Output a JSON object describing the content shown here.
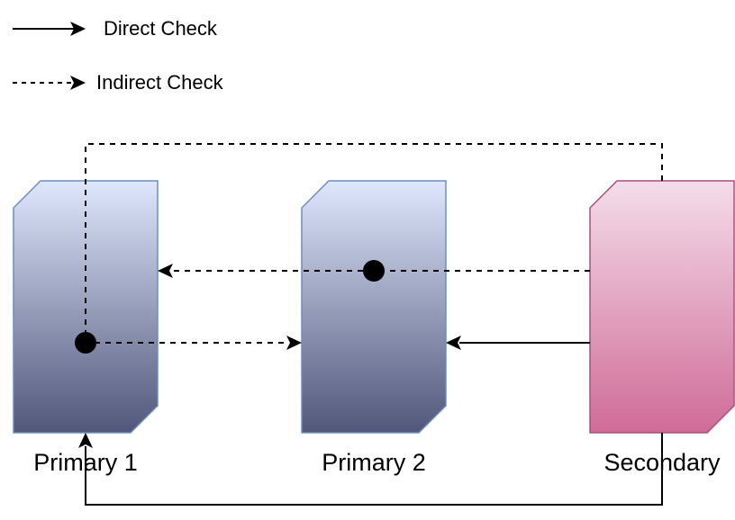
{
  "legend": {
    "direct_label": "Direct Check",
    "indirect_label": "Indirect Check"
  },
  "nodes": {
    "primary1": {
      "label": "Primary 1"
    },
    "primary2": {
      "label": "Primary 2"
    },
    "secondary": {
      "label": "Secondary"
    }
  },
  "colors": {
    "primary_top": "#dee7fc",
    "primary_bottom": "#51577a",
    "primary_stroke": "#6c8ebf",
    "secondary_top": "#f4dde9",
    "secondary_bottom": "#cf6b98",
    "secondary_stroke": "#a5507e",
    "line": "#000000"
  }
}
